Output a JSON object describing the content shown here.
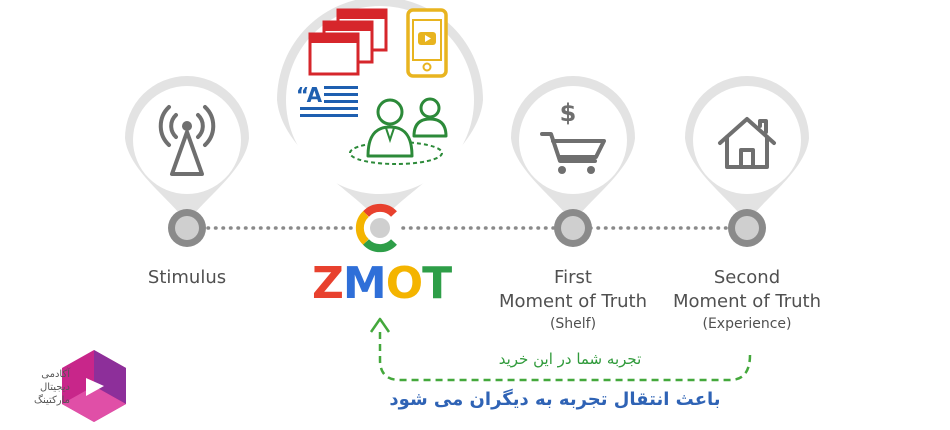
{
  "stages": [
    {
      "key": "stimulus",
      "title": "Stimulus",
      "line2": "",
      "sub": ""
    },
    {
      "key": "zmot",
      "title": "ZMOT",
      "line2": "",
      "sub": ""
    },
    {
      "key": "fmot",
      "title": "First",
      "line2": "Moment of Truth",
      "sub": "(Shelf)"
    },
    {
      "key": "smot",
      "title": "Second",
      "line2": "Moment of Truth",
      "sub": "(Experience)"
    }
  ],
  "zmot_letters": [
    {
      "ch": "Z",
      "color": "#e8412e"
    },
    {
      "ch": "M",
      "color": "#2f6fd8"
    },
    {
      "ch": "O",
      "color": "#f4b400"
    },
    {
      "ch": "T",
      "color": "#2e9e48"
    }
  ],
  "icons": [
    "antenna-icon",
    "browser-windows-icon",
    "smartphone-video-icon",
    "quote-text-icon",
    "people-icon",
    "dollar-icon",
    "shopping-cart-icon",
    "house-icon"
  ],
  "feedback": {
    "line1": "تجربه شما در این خرید",
    "line2": "باعث انتقال تجربه به دیگران می شود"
  },
  "brand": {
    "line1": "آکادمی",
    "line2": "دیجیتال",
    "line3": "مارکتینگ"
  },
  "colors": {
    "pin": "#e3e3e3",
    "node_outer": "#8a8a8a",
    "node_inner": "#cfcfcf",
    "dots": "#8a8a8a",
    "arrow": "#44a83c",
    "text_gray": "#505050",
    "farsi_green": "#2f9a3a",
    "farsi_blue": "#2f63b5",
    "icon_red": "#d6262b",
    "icon_yellow": "#e8b41f",
    "icon_blue": "#1e5fb0",
    "icon_green": "#2c8a39",
    "icon_gray": "#6f6f6f",
    "brand_magenta": "#c8268a"
  }
}
